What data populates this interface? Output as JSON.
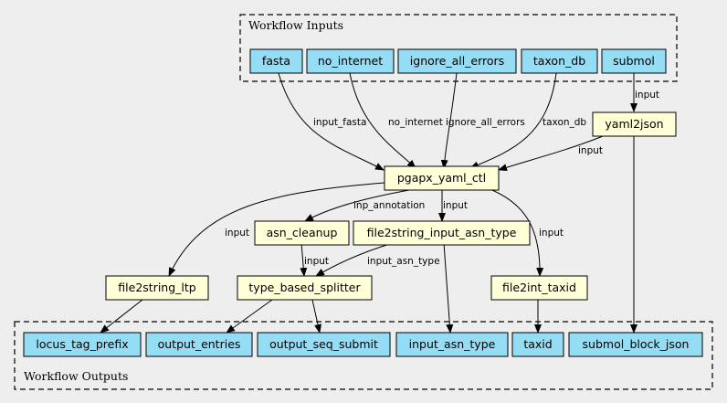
{
  "clusters": {
    "inputs_title": "Workflow Inputs",
    "outputs_title": "Workflow Outputs"
  },
  "nodes": {
    "in_fasta": "fasta",
    "in_no_internet": "no_internet",
    "in_ignore_all_errors": "ignore_all_errors",
    "in_taxon_db": "taxon_db",
    "in_submol": "submol",
    "yaml2json": "yaml2json",
    "pgapx_yaml_ctl": "pgapx_yaml_ctl",
    "asn_cleanup": "asn_cleanup",
    "file2string_input_asn_type": "file2string_input_asn_type",
    "file2string_ltp": "file2string_ltp",
    "type_based_splitter": "type_based_splitter",
    "file2int_taxid": "file2int_taxid",
    "out_locus_tag_prefix": "locus_tag_prefix",
    "out_output_entries": "output_entries",
    "out_output_seq_submit": "output_seq_submit",
    "out_input_asn_type": "input_asn_type",
    "out_taxid": "taxid",
    "out_submol_block_json": "submol_block_json"
  },
  "edge_labels": {
    "fasta_to_ctl": "input_fasta",
    "no_internet_to_ctl": "no_internet",
    "ignore_to_ctl": "ignore_all_errors",
    "taxon_db_to_ctl": "taxon_db",
    "submol_to_yaml2json": "input",
    "yaml2json_to_ctl": "input",
    "ctl_to_asn_cleanup": "inp_annotation",
    "ctl_to_f2s_asn": "input",
    "ctl_to_f2s_ltp": "input",
    "ctl_to_taxid": "input",
    "asn_cleanup_to_splitter": "input",
    "f2s_asn_to_splitter": "input_asn_type"
  }
}
